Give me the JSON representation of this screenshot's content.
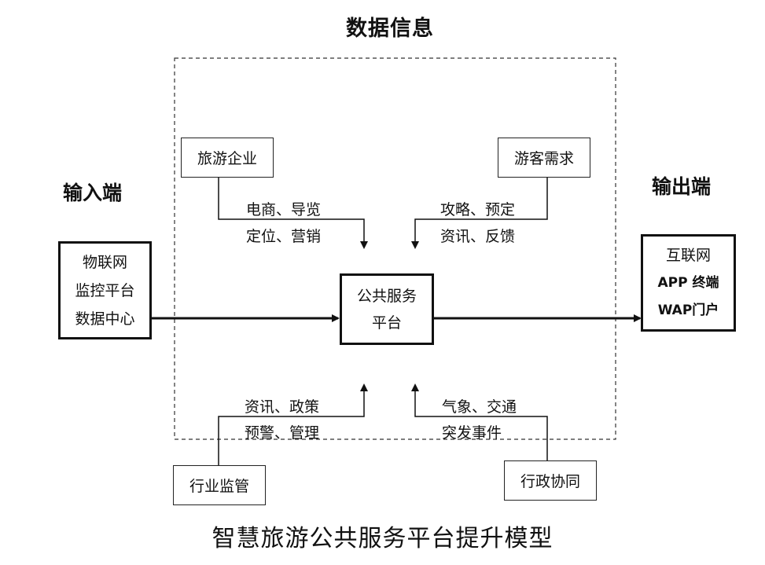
{
  "header": {
    "data_info": "数据信息"
  },
  "sides": {
    "input": "输入端",
    "output": "输出端"
  },
  "input_box": {
    "lines": [
      "物联网",
      "监控平台",
      "数据中心"
    ]
  },
  "output_box": {
    "lines": [
      "互联网",
      "APP 终端",
      "WAP门户"
    ]
  },
  "center_box": {
    "lines": [
      "公共服务",
      "平台"
    ]
  },
  "sources": {
    "tourism_enterprise": {
      "label": "旅游企业",
      "text": [
        "电商、导览",
        "定位、营销"
      ]
    },
    "tourist_demand": {
      "label": "游客需求",
      "text": [
        "攻略、预定",
        "资讯、反馈"
      ]
    },
    "industry_supervision": {
      "label": "行业监管",
      "text": [
        "资讯、政策",
        "预警、管理"
      ]
    },
    "administrative": {
      "label": "行政协同",
      "text": [
        "气象、交通",
        "突发事件"
      ]
    }
  },
  "caption": "智慧旅游公共服务平台提升模型"
}
